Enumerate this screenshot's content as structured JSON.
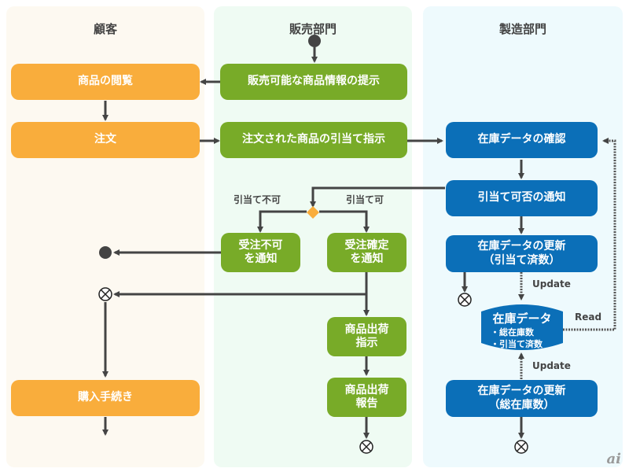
{
  "lanes": [
    {
      "title": "顧客",
      "color": "#fdf9f1"
    },
    {
      "title": "販売部門",
      "color": "#effbf3"
    },
    {
      "title": "製造部門",
      "color": "#eefafd"
    }
  ],
  "nodes": {
    "browse": "商品の閲覧",
    "order": "注文",
    "present": "販売可能な商品情報の提示",
    "allocate_instruct": "注文された商品の引当て指示",
    "check_stock": "在庫データの確認",
    "notify_result": "引当て可否の通知",
    "notify_reject": "受注不可\nを通知",
    "notify_confirm": "受注確定\nを通知",
    "update_allocated": "在庫データの更新\n（引当て済数）",
    "ship_instruct": "商品出荷\n指示",
    "ship_report": "商品出荷\n報告",
    "purchase": "購入手続き",
    "update_total": "在庫データの更新\n（総在庫数）"
  },
  "datastore": {
    "title": "在庫データ",
    "items": [
      "・総在庫数",
      "・引当て済数"
    ]
  },
  "labels": {
    "not_allocatable": "引当て不可",
    "allocatable": "引当て可",
    "update_1": "Update",
    "update_2": "Update",
    "read": "Read"
  },
  "colors": {
    "customer": "#f9ad3c",
    "sales": "#78ab28",
    "manufacturing": "#0b6fb8",
    "decision": "#f9ad3c",
    "line": "#444444"
  },
  "logo": "ai"
}
